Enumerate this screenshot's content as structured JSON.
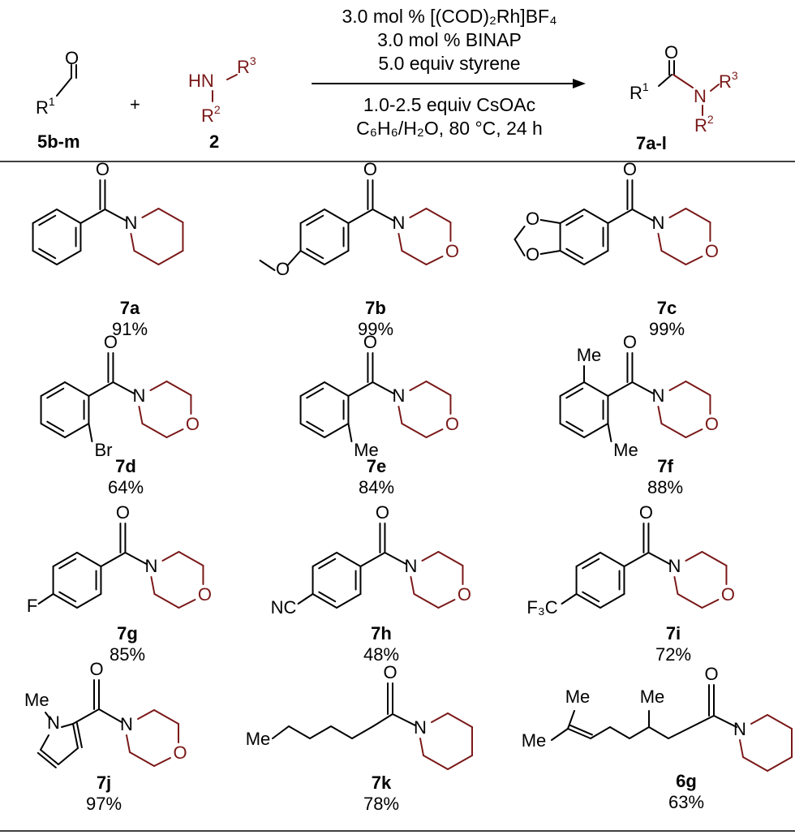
{
  "header": {
    "conditions_above": [
      "3.0 mol % [(COD)₂Rh]BF₄",
      "3.0 mol % BINAP",
      "5.0 equiv styrene"
    ],
    "conditions_below": [
      "1.0-2.5 equiv CsOAc",
      "C₆H₆/H₂O, 80 °C, 24 h"
    ],
    "plus": "+",
    "reactant1": {
      "label": "5b-m",
      "atom_O": "O",
      "atom_R": "R",
      "sup": "1"
    },
    "reactant2": {
      "label": "2",
      "atom_HN": "HN",
      "atom_R3": "R",
      "sup3": "3",
      "atom_R2": "R",
      "sup2": "2"
    },
    "product": {
      "label": "7a-l",
      "atom_O": "O",
      "atom_R1": "R",
      "sup1": "1",
      "atom_N": "N",
      "atom_R3": "R",
      "sup3": "3",
      "atom_R2": "R",
      "sup2": "2"
    }
  },
  "entries": [
    {
      "id": "7a",
      "yield": "91%"
    },
    {
      "id": "7b",
      "yield": "99%"
    },
    {
      "id": "7c",
      "yield": "99%"
    },
    {
      "id": "7d",
      "yield": "64%"
    },
    {
      "id": "7e",
      "yield": "84%"
    },
    {
      "id": "7f",
      "yield": "88%"
    },
    {
      "id": "7g",
      "yield": "85%"
    },
    {
      "id": "7h",
      "yield": "48%"
    },
    {
      "id": "7i",
      "yield": "72%"
    },
    {
      "id": "7j",
      "yield": "97%"
    },
    {
      "id": "7k",
      "yield": "78%"
    },
    {
      "id": "6g",
      "yield": "63%"
    }
  ],
  "atom_labels": {
    "O": "O",
    "N": "N",
    "Br": "Br",
    "Me": "Me",
    "F": "F",
    "NC": "NC",
    "F3C": "F₃C"
  },
  "colors": {
    "amine": "#7a1818",
    "bond": "#000000"
  }
}
